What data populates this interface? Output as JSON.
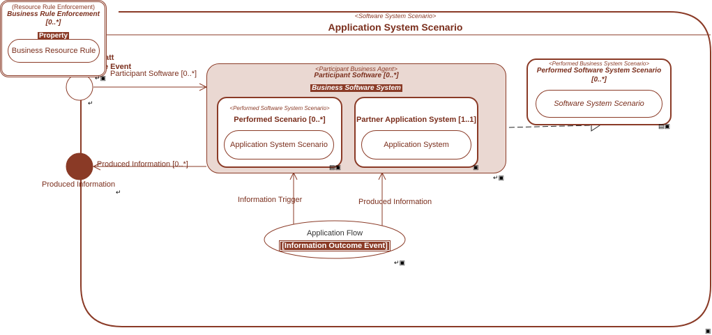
{
  "scenario": {
    "stereotype": "<Software System Scenario>",
    "title": "Application System Scenario"
  },
  "rule_box": {
    "stereotype": "(Resource Rule Enforcement)",
    "title": "Business Rule Enforcement",
    "multiplicity": "[0..*]",
    "tag": "Property",
    "inner": "Business Resource Rule"
  },
  "hidden_fragments": [
    "att",
    "e Event"
  ],
  "participant": {
    "stereotype": "<Participant Business Agent>",
    "title": "Participant Software [0..*]",
    "tag": "Business Software System",
    "left": {
      "stereotype": "<Performed Software System Scenario>",
      "title": "Performed Scenario [0..*]",
      "inner": "Application System Scenario"
    },
    "right": {
      "title": "Partner Application System [1..1]",
      "inner": "Application System"
    }
  },
  "performed": {
    "stereotype": "<Performed Business System Scenario>",
    "title": "Performed Software System Scenario",
    "multiplicity": "[0..*]",
    "inner": "Software System Scenario"
  },
  "labels": {
    "participant_software": "Participant Software [0..*]",
    "produced_information_multi": "Produced Information [0..*]",
    "produced_information": "Produced Information",
    "information_trigger": "Information Trigger",
    "produced_information_flow": "Produced Information"
  },
  "flow": {
    "title": "Application Flow",
    "tag": "[Information Outcome Event]"
  }
}
